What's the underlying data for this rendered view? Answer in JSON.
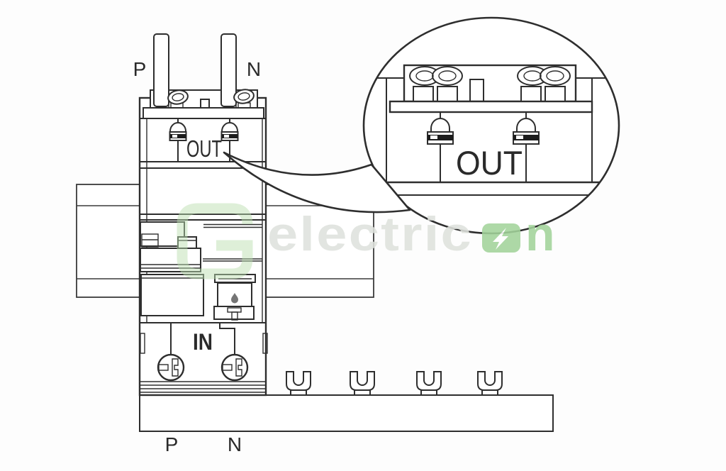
{
  "background": "#fdfdfd",
  "line_color": "#2e2e2e",
  "labels": {
    "top_p": "P",
    "top_n": "N",
    "out_main": "OUT",
    "in_main": "IN",
    "bottom_p": "P",
    "bottom_n": "N",
    "callout_out": "OUT"
  },
  "watermark": {
    "gray_text": "electric",
    "green_tail": "n",
    "gray_color": "#dfe2dd",
    "green_color": "#a3d49b",
    "logo_color": "#b9dfae"
  },
  "colors": {
    "wire_fill": "#c9c9c9",
    "busbar_fill": "#d7d7d7",
    "fork_fill": "#d3d3d3",
    "arc_chamber_fill": "#757575",
    "flame_core": "#757575",
    "screw_band": "#1d1d1d"
  }
}
